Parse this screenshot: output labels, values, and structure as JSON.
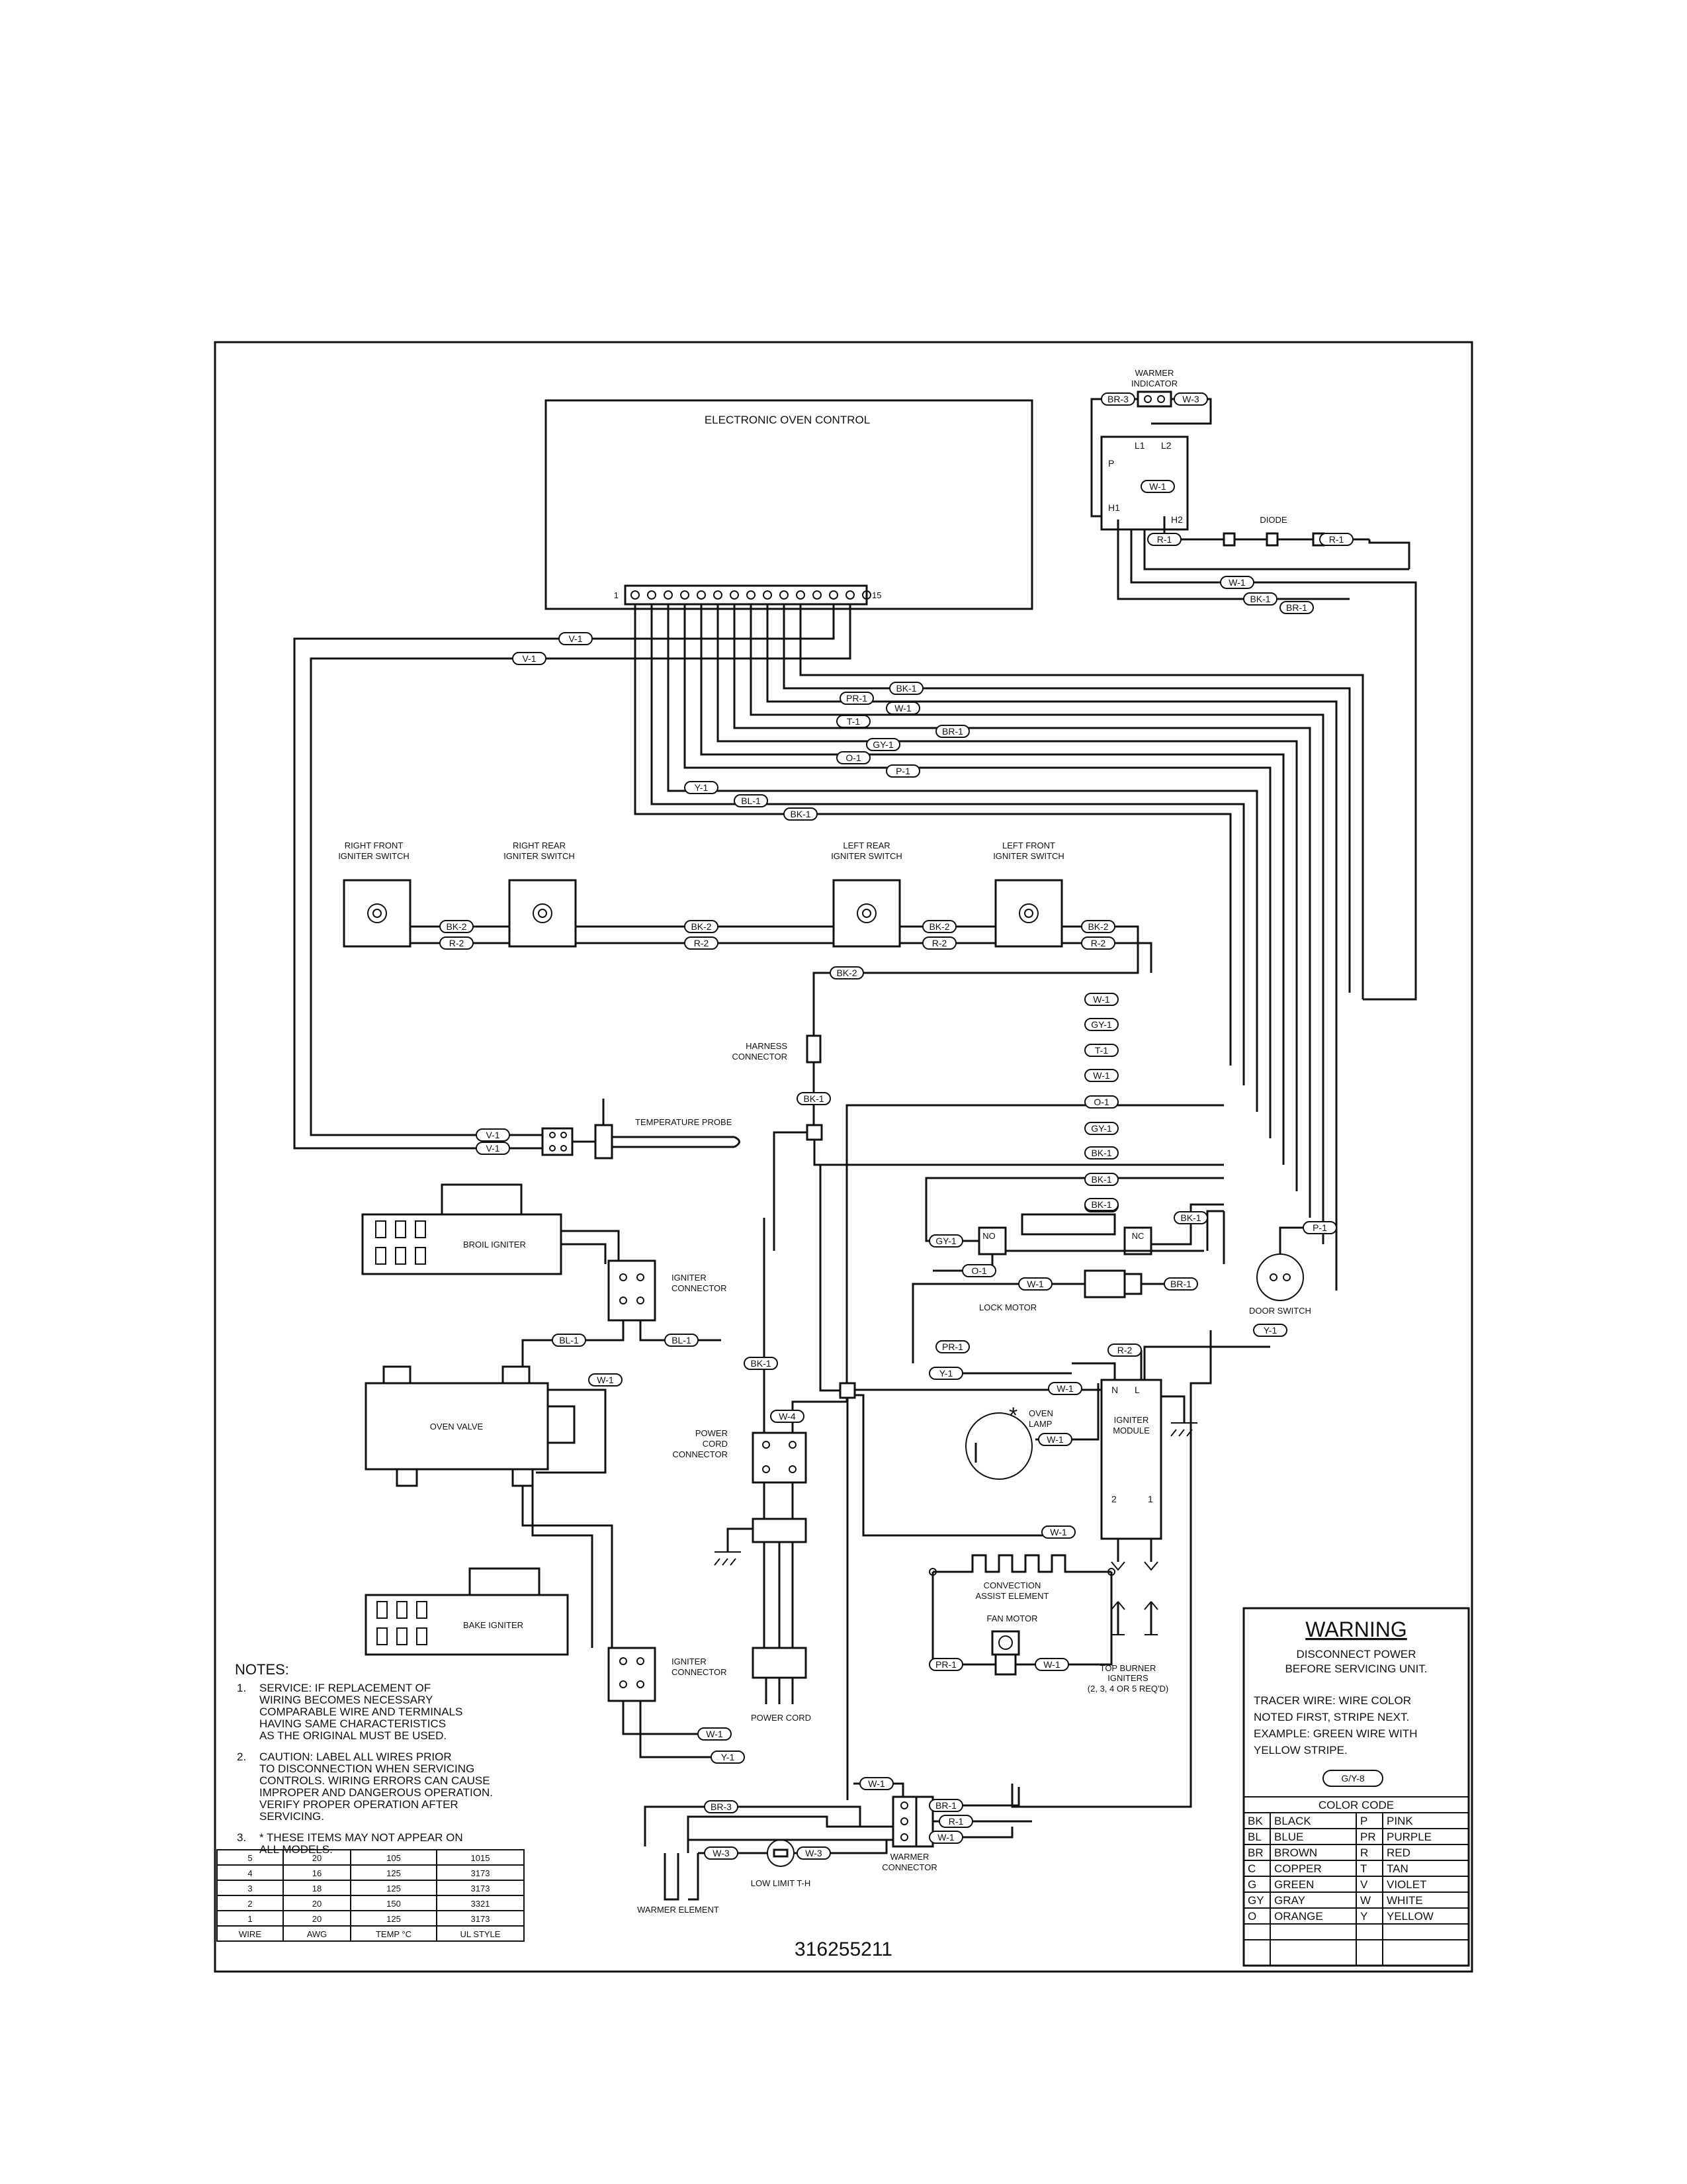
{
  "document_number": "316255211",
  "blocks": {
    "eoc": "ELECTRONIC OVEN CONTROL",
    "pin_first": "1",
    "pin_last": "15",
    "warmer_indicator": [
      "WARMER",
      "INDICATOR"
    ],
    "diode": "DIODE",
    "rf_switch": [
      "RIGHT FRONT",
      "IGNITER SWITCH"
    ],
    "rr_switch": [
      "RIGHT REAR",
      "IGNITER SWITCH"
    ],
    "lr_switch": [
      "LEFT REAR",
      "IGNITER SWITCH"
    ],
    "lf_switch": [
      "LEFT FRONT",
      "IGNITER SWITCH"
    ],
    "harness_connector": [
      "HARNESS",
      "CONNECTOR"
    ],
    "temperature_probe": "TEMPERATURE PROBE",
    "broil_igniter": "BROIL IGNITER",
    "igniter_connector": [
      "IGNITER",
      "CONNECTOR"
    ],
    "oven_valve": "OVEN VALVE",
    "bake_igniter": "BAKE IGNITER",
    "lock_motor": "LOCK MOTOR",
    "door_switch": "DOOR SWITCH",
    "oven_lamp": [
      "OVEN",
      "LAMP"
    ],
    "lamp_mark": "*",
    "igniter_module": [
      "IGNITER",
      "MODULE"
    ],
    "module_n": "N",
    "module_l": "L",
    "module_2": "2",
    "module_1": "1",
    "power_cord_connector": [
      "POWER",
      "CORD",
      "CONNECTOR"
    ],
    "power_cord": "POWER CORD",
    "convection_element": [
      "CONVECTION",
      "ASSIST ELEMENT"
    ],
    "fan_motor": "FAN MOTOR",
    "top_burner_igniters": [
      "TOP BURNER",
      "IGNITERS",
      "(2, 3, 4 OR 5 REQ'D)"
    ],
    "warmer_element": "WARMER ELEMENT",
    "low_limit": "LOW LIMIT T-H",
    "warmer_connector": [
      "WARMER",
      "CONNECTOR"
    ],
    "relay": {
      "p": "P",
      "l1": "L1",
      "l2": "L2",
      "h1": "H1",
      "h2": "H2"
    },
    "lock_no": "NO",
    "lock_nc": "NC"
  },
  "wire_tags": {
    "br3": "BR-3",
    "w3": "W-3",
    "w1": "W-1",
    "r1": "R-1",
    "bk1": "BK-1",
    "br1": "BR-1",
    "v1": "V-1",
    "pr1": "PR-1",
    "t1": "T-1",
    "gy1": "GY-1",
    "o1": "O-1",
    "p1": "P-1",
    "y1": "Y-1",
    "bl1": "BL-1",
    "bk2": "BK-2",
    "r2": "R-2",
    "w4": "W-4"
  },
  "notes": {
    "heading": "NOTES:",
    "items": [
      {
        "num": "1.",
        "lines": [
          "SERVICE:  IF REPLACEMENT OF",
          "WIRING BECOMES NECESSARY",
          "COMPARABLE WIRE AND TERMINALS",
          "HAVING SAME CHARACTERISTICS",
          "AS THE ORIGINAL MUST BE USED."
        ]
      },
      {
        "num": "2.",
        "lines": [
          "CAUTION:  LABEL ALL WIRES PRIOR",
          "TO DISCONNECTION WHEN SERVICING",
          "CONTROLS.  WIRING ERRORS CAN CAUSE",
          "IMPROPER AND DANGEROUS OPERATION.",
          "VERIFY PROPER OPERATION AFTER",
          "SERVICING."
        ]
      },
      {
        "num": "3.",
        "lines": [
          "*  THESE ITEMS MAY NOT APPEAR ON",
          "ALL MODELS."
        ]
      }
    ]
  },
  "wire_table": {
    "rows": [
      [
        "5",
        "20",
        "105",
        "1015"
      ],
      [
        "4",
        "16",
        "125",
        "3173"
      ],
      [
        "3",
        "18",
        "125",
        "3173"
      ],
      [
        "2",
        "20",
        "150",
        "3321"
      ],
      [
        "1",
        "20",
        "125",
        "3173"
      ]
    ],
    "header": [
      "WIRE",
      "AWG",
      "TEMP °C",
      "UL STYLE"
    ]
  },
  "warning": {
    "title": "WARNING",
    "lines": [
      "DISCONNECT POWER",
      "BEFORE SERVICING UNIT."
    ],
    "tracer": [
      "TRACER WIRE:  WIRE COLOR",
      "NOTED FIRST, STRIPE NEXT.",
      "EXAMPLE:  GREEN WIRE WITH",
      "YELLOW STRIPE."
    ],
    "example_tag": "G/Y-8"
  },
  "color_code": {
    "title": "COLOR CODE",
    "rows": [
      [
        "BK",
        "BLACK",
        "P",
        "PINK"
      ],
      [
        "BL",
        "BLUE",
        "PR",
        "PURPLE"
      ],
      [
        "BR",
        "BROWN",
        "R",
        "RED"
      ],
      [
        "C",
        "COPPER",
        "T",
        "TAN"
      ],
      [
        "G",
        "GREEN",
        "V",
        "VIOLET"
      ],
      [
        "GY",
        "GRAY",
        "W",
        "WHITE"
      ],
      [
        "O",
        "ORANGE",
        "Y",
        "YELLOW"
      ]
    ]
  }
}
